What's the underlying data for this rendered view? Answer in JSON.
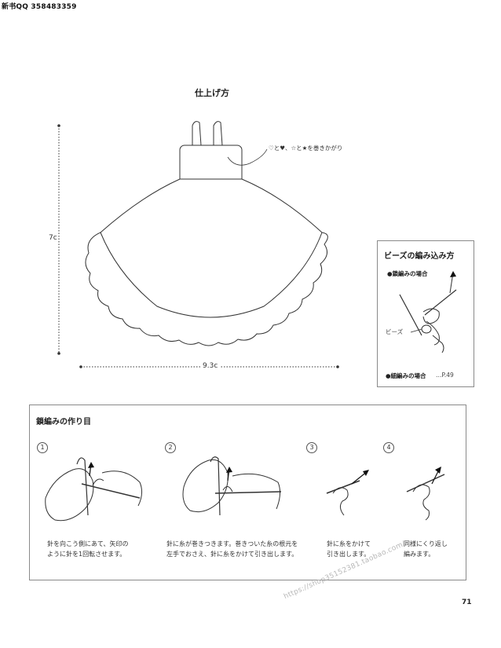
{
  "header": {
    "source_text": "新书QQ 358483359"
  },
  "finished": {
    "title": "仕上げ方",
    "height_label": "7c",
    "width_label": "9.3c",
    "note": "♡と♥、☆と★を巻きかがり"
  },
  "beads": {
    "title": "ビーズの編み込み方",
    "chain_case": "●鎖編みの場合",
    "bead_label": "ビーズ",
    "single_case": "●細編みの場合",
    "single_ref": "…P.49"
  },
  "chain_start": {
    "title": "鎖編みの作り目",
    "steps": [
      {
        "num": "1",
        "text": "針を向こう側にあて、矢印の\nように針を1回転させます。"
      },
      {
        "num": "2",
        "text": "針に糸が巻きつきます。巻きついた糸の根元を\n左手でおさえ、針に糸をかけて引き出します。"
      },
      {
        "num": "3",
        "text": "針に糸をかけて\n引き出します。"
      },
      {
        "num": "4",
        "text": "同様にくり返し\n編みます。"
      }
    ]
  },
  "watermark": "https://shop35152381.taobao.com/",
  "page_number": "71"
}
